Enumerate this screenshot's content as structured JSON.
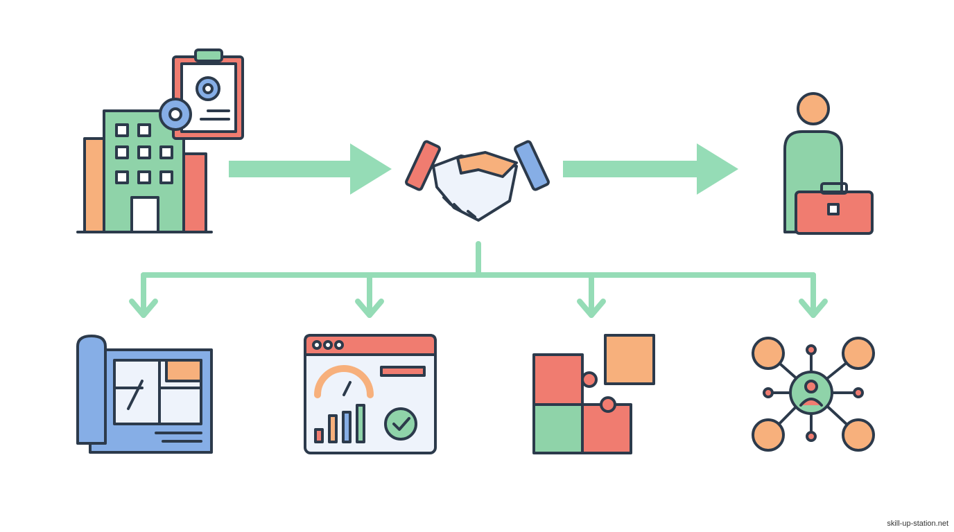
{
  "watermark": "skill-up-station.net",
  "colors": {
    "outline": "#2c3a4b",
    "arrow": "#95dcb6",
    "red": "#f07c70",
    "orange": "#f7b07c",
    "green": "#8fd3a9",
    "blue": "#86aee6",
    "light": "#eef3fb"
  },
  "nodes": [
    "company-with-plan",
    "handshake",
    "employee-with-briefcase"
  ],
  "outcomes": [
    "blueprint",
    "dashboard",
    "puzzle",
    "network"
  ]
}
